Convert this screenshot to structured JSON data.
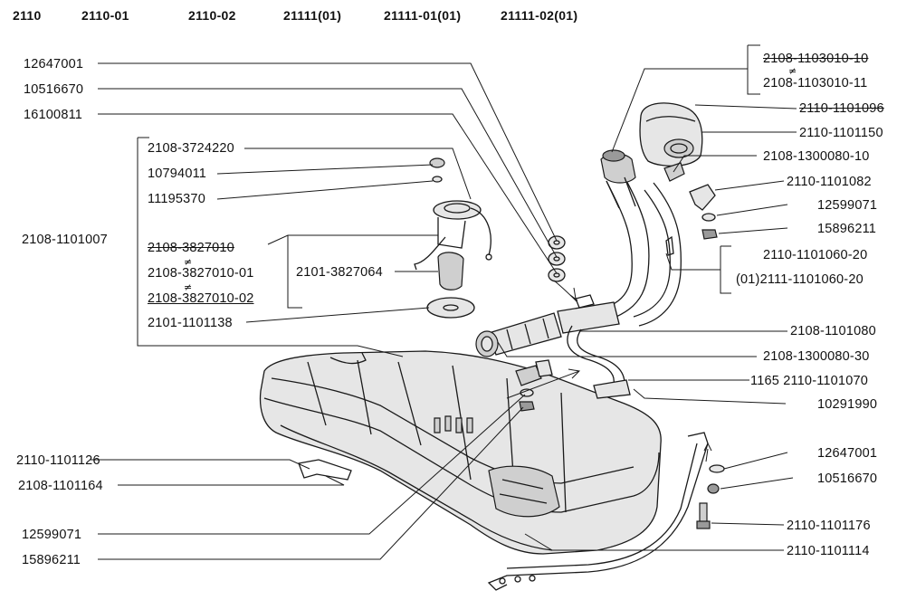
{
  "models": [
    "2110",
    "2110-01",
    "2110-02",
    "21111(01)",
    "21111-01(01)",
    "21111-02(01)"
  ],
  "labels_left": {
    "l1": "12647001",
    "l2": "10516670",
    "l3": "16100811",
    "group": "2108-1101007",
    "l4": "2110-1101126",
    "l5": "2108-1101164",
    "l6": "12599071",
    "l7": "15896211"
  },
  "labels_pump": {
    "p1": "2108-3724220",
    "p2": "10794011",
    "p3": "11195370",
    "p4": "2108-3827010",
    "p5": "2108-3827010-01",
    "p6": "2108-3827010-02",
    "p7": "2101-3827064",
    "p8": "2101-1101138",
    "not_equal": "≠"
  },
  "labels_right": {
    "r1": "2108-1103010-10",
    "r2": "2108-1103010-11",
    "r3": "2110-1101096",
    "r4": "2110-1101150",
    "r5": "2108-1300080-10",
    "r6": "2110-1101082",
    "r7": "12599071",
    "r8": "15896211",
    "r9": "2110-1101060-20",
    "r10": "(01)2111-1101060-20",
    "r11": "2108-1101080",
    "r12": "2108-1300080-30",
    "r13": "1165 2110-1101070",
    "r14": "10291990",
    "r15": "12647001",
    "r16": "10516670",
    "r17": "2110-1101176",
    "r18": "2110-1101114"
  }
}
